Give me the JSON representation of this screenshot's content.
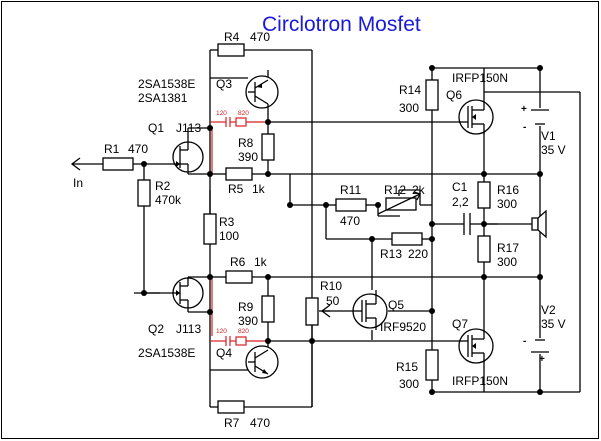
{
  "title": "Circlotron  Mosfet",
  "input_label": "In",
  "components": {
    "R1": {
      "name": "R1",
      "value": "470"
    },
    "R2": {
      "name": "R2",
      "value": "470k"
    },
    "R3": {
      "name": "R3",
      "value": "100"
    },
    "R4": {
      "name": "R4",
      "value": "470"
    },
    "R5": {
      "name": "R5",
      "value": "1k"
    },
    "R6": {
      "name": "R6",
      "value": "1k"
    },
    "R7": {
      "name": "R7",
      "value": "470"
    },
    "R8": {
      "name": "R8",
      "value": "390"
    },
    "R9": {
      "name": "R9",
      "value": "390"
    },
    "R10": {
      "name": "R10",
      "value": "50"
    },
    "R11": {
      "name": "R11",
      "value": "470"
    },
    "R12": {
      "name": "R12",
      "value": "2k"
    },
    "R13": {
      "name": "R13",
      "value": "220"
    },
    "R14": {
      "name": "R14",
      "value": "300"
    },
    "R15": {
      "name": "R15",
      "value": "300"
    },
    "R16": {
      "name": "R16",
      "value": "300"
    },
    "R17": {
      "name": "R17",
      "value": "300"
    },
    "C1": {
      "name": "C1",
      "value": "2,2"
    },
    "Q1": {
      "name": "Q1",
      "part": "J113"
    },
    "Q2": {
      "name": "Q2",
      "part": "J113"
    },
    "Q3": {
      "name": "Q3",
      "part": "2SA1538E",
      "alt": "2SA1381"
    },
    "Q4": {
      "name": "Q4",
      "part": "2SA1538E"
    },
    "Q5": {
      "name": "Q5",
      "part": "IRF9520"
    },
    "Q6": {
      "name": "Q6",
      "part": "IRFP150N"
    },
    "Q7": {
      "name": "Q7",
      "part": "IRFP150N"
    },
    "V1": {
      "name": "V1",
      "value": "35 V"
    },
    "V2": {
      "name": "V2",
      "value": "35 V"
    }
  },
  "small_parts": {
    "top_r": "120",
    "top_c": "820",
    "bot_r": "120",
    "bot_c": "820"
  },
  "polarity": {
    "plus": "+",
    "minus": "-"
  },
  "colors": {
    "title": "#1a1ad8",
    "accent_parts": "#d42020",
    "wire": "#000000"
  }
}
